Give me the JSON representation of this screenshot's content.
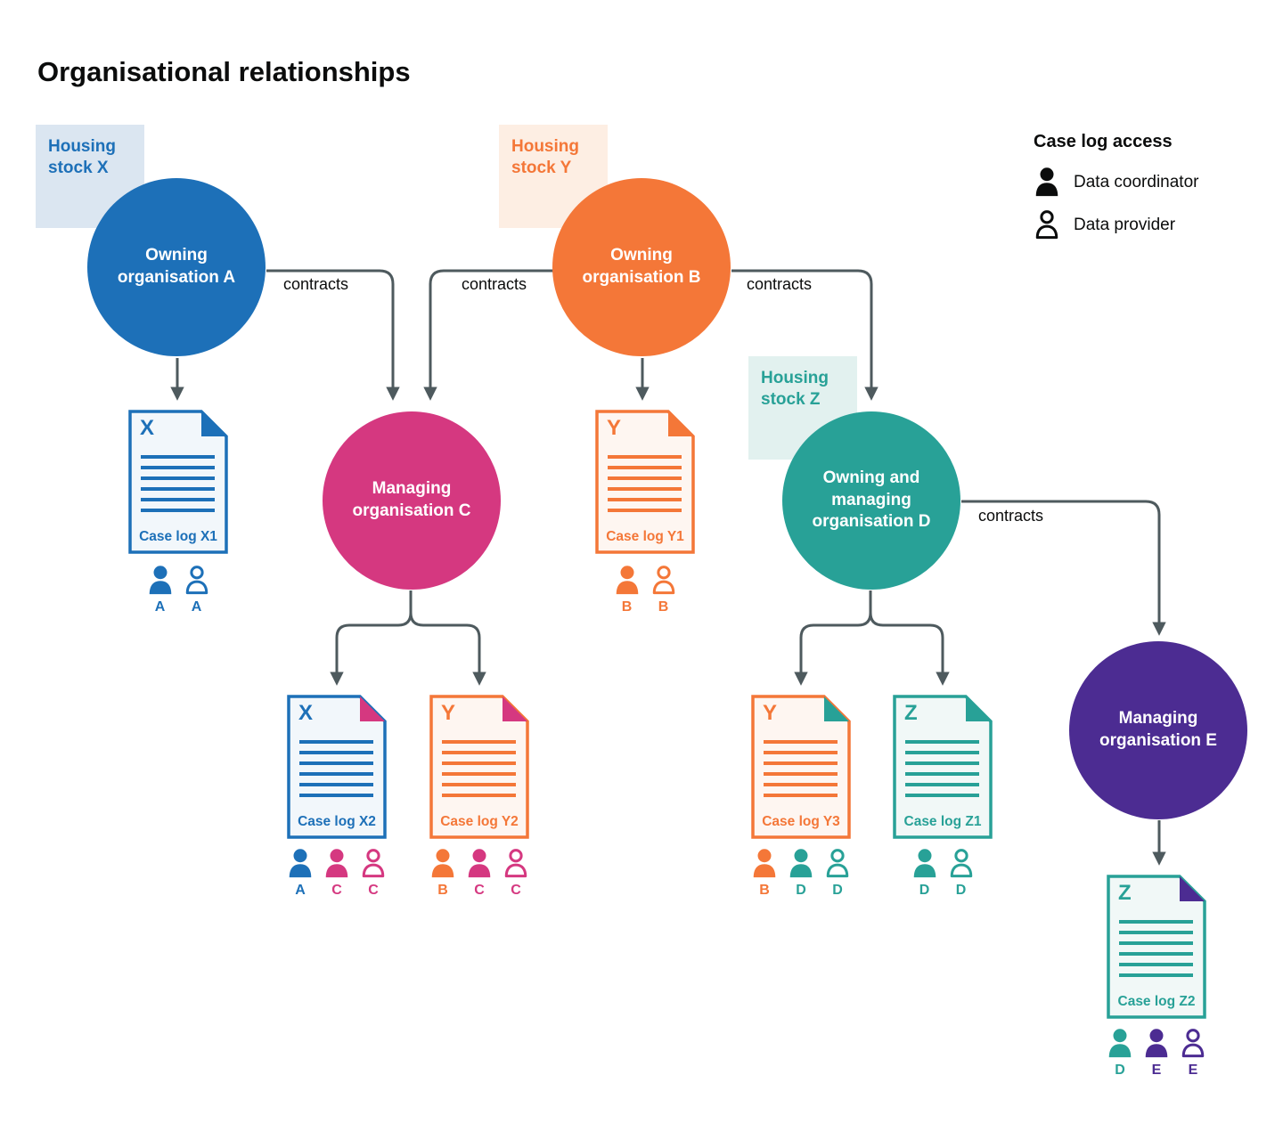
{
  "title": "Organisational relationships",
  "legend": {
    "title": "Case log access",
    "items": [
      {
        "icon": "person-filled-icon",
        "label": "Data coordinator"
      },
      {
        "icon": "person-outline-icon",
        "label": "Data provider"
      }
    ]
  },
  "housing_stocks": [
    {
      "id": "X",
      "label": "Housing stock X",
      "color": "#1d70b8",
      "background": "#dbe6f1"
    },
    {
      "id": "Y",
      "label": "Housing stock Y",
      "color": "#f47738",
      "background": "#fdeee3"
    },
    {
      "id": "Z",
      "label": "Housing stock Z",
      "color": "#28a197",
      "background": "#e2f1ef"
    }
  ],
  "organisations": [
    {
      "id": "A",
      "label": "Owning organisation A",
      "color": "#1d70b8"
    },
    {
      "id": "B",
      "label": "Owning organisation B",
      "color": "#f47738"
    },
    {
      "id": "C",
      "label": "Managing organisation C",
      "color": "#d53880"
    },
    {
      "id": "D",
      "label": "Owning and managing organisation D",
      "color": "#28a197"
    },
    {
      "id": "E",
      "label": "Managing organisation E",
      "color": "#4c2c92"
    }
  ],
  "edges": [
    {
      "from": "Owning organisation A",
      "to": "Case log X1",
      "label": ""
    },
    {
      "from": "Owning organisation A",
      "to": "Managing organisation C",
      "label": "contracts"
    },
    {
      "from": "Owning organisation B",
      "to": "Managing organisation C",
      "label": "contracts"
    },
    {
      "from": "Owning organisation B",
      "to": "Case log Y1",
      "label": ""
    },
    {
      "from": "Owning organisation B",
      "to": "Owning and managing organisation D",
      "label": "contracts"
    },
    {
      "from": "Managing organisation C",
      "to": "Case log X2",
      "label": ""
    },
    {
      "from": "Managing organisation C",
      "to": "Case log Y2",
      "label": ""
    },
    {
      "from": "Owning and managing organisation D",
      "to": "Case log Y3",
      "label": ""
    },
    {
      "from": "Owning and managing organisation D",
      "to": "Case log Z1",
      "label": ""
    },
    {
      "from": "Owning and managing organisation D",
      "to": "Managing organisation E",
      "label": "contracts"
    },
    {
      "from": "Managing organisation E",
      "to": "Case log Z2",
      "label": ""
    }
  ],
  "case_logs": [
    {
      "id": "X1",
      "letter": "X",
      "label": "Case log X1",
      "color": "#1d70b8",
      "fold_color": "#1d70b8",
      "access": [
        {
          "role": "data-coordinator",
          "letter": "A",
          "color": "#1d70b8"
        },
        {
          "role": "data-provider",
          "letter": "A",
          "color": "#1d70b8"
        }
      ]
    },
    {
      "id": "Y1",
      "letter": "Y",
      "label": "Case log Y1",
      "color": "#f47738",
      "fold_color": "#f47738",
      "access": [
        {
          "role": "data-coordinator",
          "letter": "B",
          "color": "#f47738"
        },
        {
          "role": "data-provider",
          "letter": "B",
          "color": "#f47738"
        }
      ]
    },
    {
      "id": "X2",
      "letter": "X",
      "label": "Case log X2",
      "color": "#1d70b8",
      "fold_color": "#d53880",
      "access": [
        {
          "role": "data-coordinator",
          "letter": "A",
          "color": "#1d70b8"
        },
        {
          "role": "data-coordinator",
          "letter": "C",
          "color": "#d53880"
        },
        {
          "role": "data-provider",
          "letter": "C",
          "color": "#d53880"
        }
      ]
    },
    {
      "id": "Y2",
      "letter": "Y",
      "label": "Case log Y2",
      "color": "#f47738",
      "fold_color": "#d53880",
      "access": [
        {
          "role": "data-coordinator",
          "letter": "B",
          "color": "#f47738"
        },
        {
          "role": "data-coordinator",
          "letter": "C",
          "color": "#d53880"
        },
        {
          "role": "data-provider",
          "letter": "C",
          "color": "#d53880"
        }
      ]
    },
    {
      "id": "Y3",
      "letter": "Y",
      "label": "Case log Y3",
      "color": "#f47738",
      "fold_color": "#28a197",
      "access": [
        {
          "role": "data-coordinator",
          "letter": "B",
          "color": "#f47738"
        },
        {
          "role": "data-coordinator",
          "letter": "D",
          "color": "#28a197"
        },
        {
          "role": "data-provider",
          "letter": "D",
          "color": "#28a197"
        }
      ]
    },
    {
      "id": "Z1",
      "letter": "Z",
      "label": "Case log Z1",
      "color": "#28a197",
      "fold_color": "#28a197",
      "access": [
        {
          "role": "data-coordinator",
          "letter": "D",
          "color": "#28a197"
        },
        {
          "role": "data-provider",
          "letter": "D",
          "color": "#28a197"
        }
      ]
    },
    {
      "id": "Z2",
      "letter": "Z",
      "label": "Case log Z2",
      "color": "#28a197",
      "fold_color": "#4c2c92",
      "access": [
        {
          "role": "data-coordinator",
          "letter": "D",
          "color": "#28a197"
        },
        {
          "role": "data-coordinator",
          "letter": "E",
          "color": "#4c2c92"
        },
        {
          "role": "data-provider",
          "letter": "E",
          "color": "#4c2c92"
        }
      ]
    }
  ],
  "colors": {
    "blue": "#1d70b8",
    "orange": "#f47738",
    "pink": "#d53880",
    "teal": "#28a197",
    "purple": "#4c2c92",
    "arrow": "#4e5a5e",
    "text": "#0b0c0c"
  }
}
